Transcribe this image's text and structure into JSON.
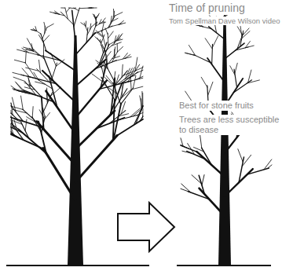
{
  "diagram": {
    "labels": [
      "Time of pruning",
      "Tom Spellman Dave Wilson video",
      "Best for stone fruits",
      "Trees are less susceptible to disease"
    ]
  }
}
